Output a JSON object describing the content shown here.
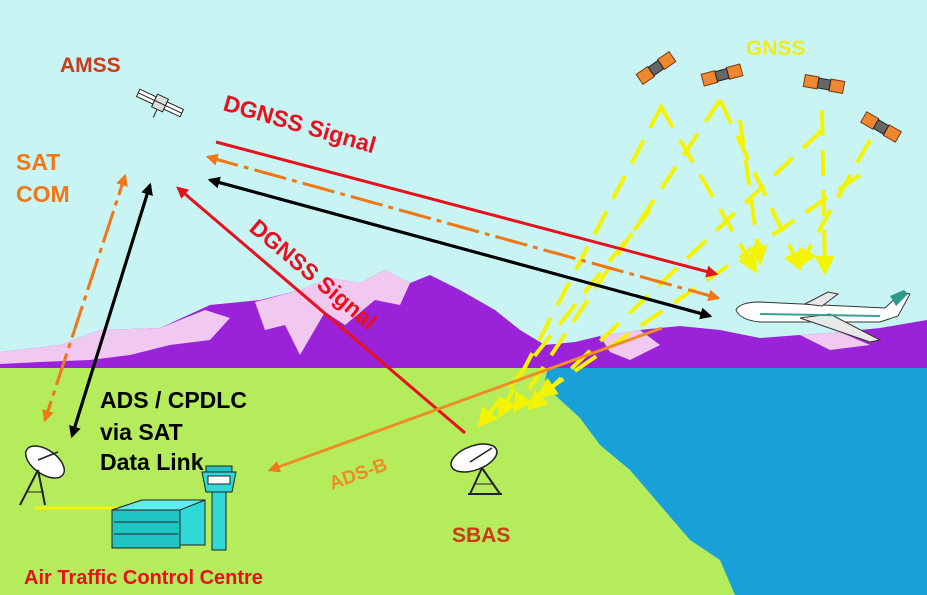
{
  "labels": {
    "amss": "AMSS",
    "gnss": "GNSS",
    "satcom_line1": "SAT",
    "satcom_line2": "COM",
    "dgnss_upper": "DGNSS Signal",
    "dgnss_lower": "DGNSS Signal",
    "ads_line1": "ADS / CPDLC",
    "ads_line2": "via SAT",
    "ads_line3": "Data Link",
    "adsb": "ADS-B",
    "sbas": "SBAS",
    "atc": "Air Traffic Control Centre"
  },
  "colors": {
    "sky": "#c8f4f4",
    "grass": "#b4ec5c",
    "sea": "#1aa0d8",
    "mountain": "#9a22d8",
    "snow": "#f0c8f0",
    "red_signal": "#e8101c",
    "orange_signal": "#f07818",
    "gnss_rays": "#f4f400",
    "amss_text": "#c83c18",
    "gnss_text": "#ecec20",
    "satcom_text": "#f07818",
    "sbas_text": "#c83c18",
    "atc_text": "#e8101c",
    "adsb_text": "#f08c28",
    "ads_text": "#000000",
    "building": "#30d8d8"
  }
}
